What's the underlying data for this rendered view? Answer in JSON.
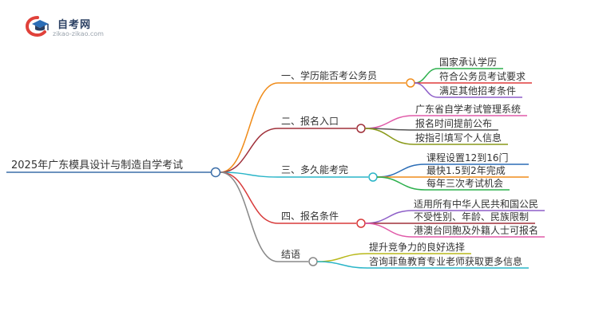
{
  "logo": {
    "title": "自考网",
    "url": "zikao-zikao.com",
    "icon": "graduation-cap-icon",
    "colors": {
      "red": "#e0413a",
      "blue": "#2b6db6",
      "navy": "#2a3f62"
    }
  },
  "mindmap": {
    "root": {
      "label": "2025年广东模具设计与制造自学考试",
      "color": "#3b6ea8"
    },
    "branches": [
      {
        "label": "一、学历能否考公务员",
        "color": "#f08c1a",
        "children": [
          {
            "label": "国家承认学历",
            "color": "#2db04d"
          },
          {
            "label": "符合公务员考试要求",
            "color": "#e03c3c"
          },
          {
            "label": "满足其他招考条件",
            "color": "#8e5fc8"
          }
        ]
      },
      {
        "label": "二、报名入口",
        "color": "#a0303a",
        "children": [
          {
            "label": "广东省自学考试管理系统",
            "color": "#e05aa8"
          },
          {
            "label": "报名时间提前公布",
            "color": "#555555"
          },
          {
            "label": "按指引填写个人信息",
            "color": "#8a9a1a"
          }
        ]
      },
      {
        "label": "三、多久能考完",
        "color": "#2ab5c8",
        "children": [
          {
            "label": "课程设置12到16门",
            "color": "#2b6db6"
          },
          {
            "label": "最快1.5到2年完成",
            "color": "#f08c1a"
          },
          {
            "label": "每年三次考试机会",
            "color": "#2db04d"
          }
        ]
      },
      {
        "label": "四、报名条件",
        "color": "#d83a3a",
        "children": [
          {
            "label": "适用所有中华人民共和国公民",
            "color": "#8e5fc8"
          },
          {
            "label": "不受性别、年龄、民族限制",
            "color": "#a0303a"
          },
          {
            "label": "港澳台同胞及外籍人士可报名",
            "color": "#e05aa8"
          }
        ]
      },
      {
        "label": "结语",
        "color": "#888888",
        "children": [
          {
            "label": "提升竞争力的良好选择",
            "color": "#b8b81a"
          },
          {
            "label": "咨询菲鱼教育专业老师获取更多信息",
            "color": "#2ab5c8"
          }
        ]
      }
    ]
  }
}
